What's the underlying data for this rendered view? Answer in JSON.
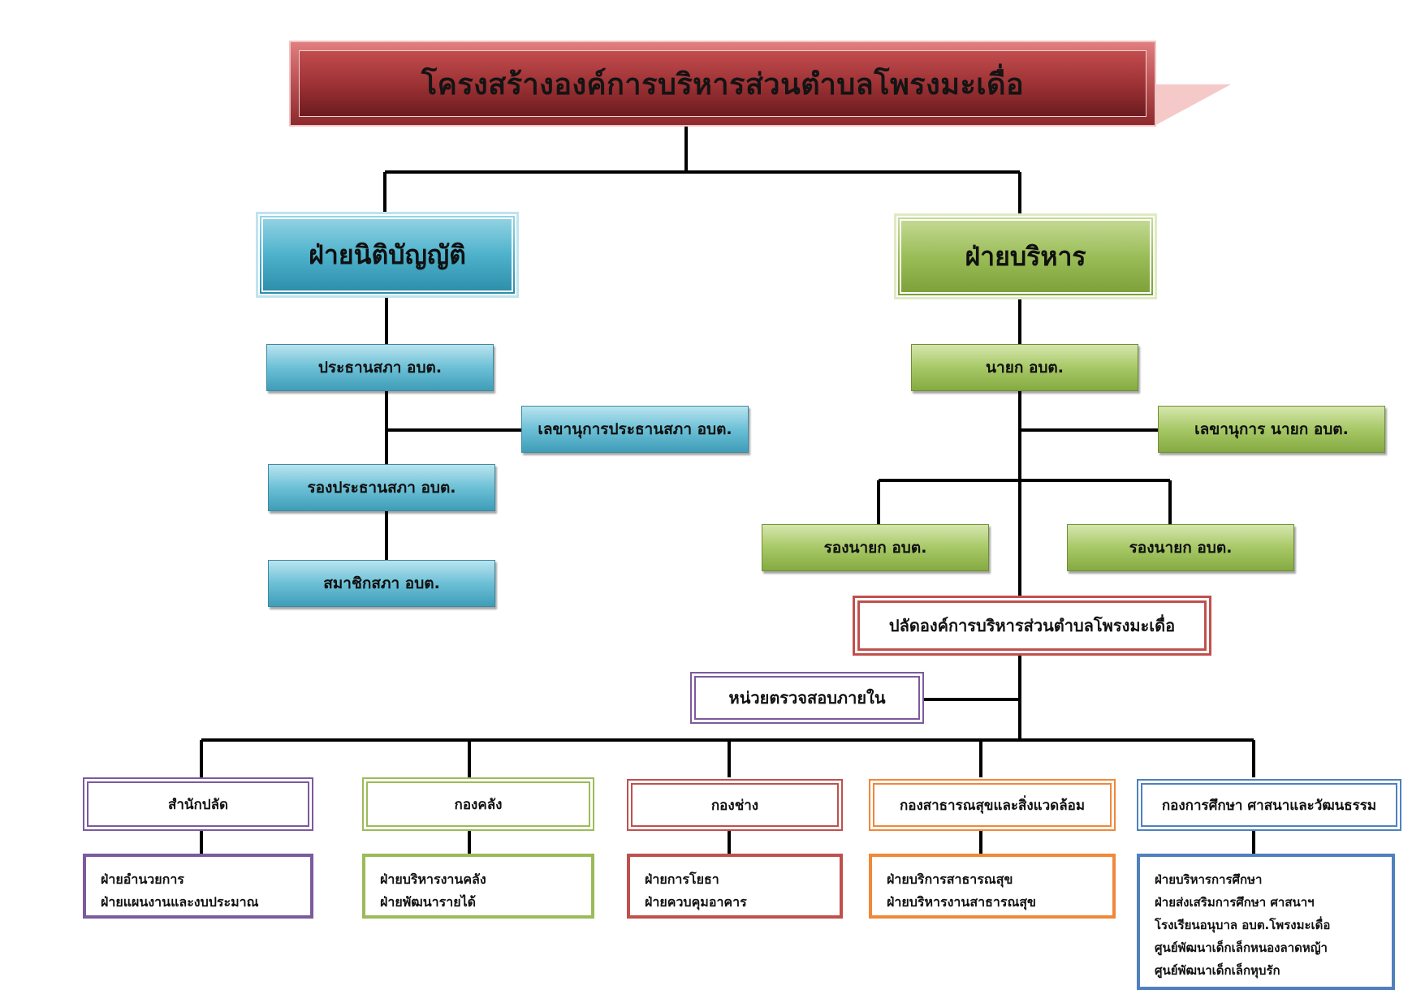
{
  "title": "โครงสร้างองค์การบริหารส่วนตำบลโพรงมะเดื่อ",
  "legislative": {
    "heading": "ฝ่ายนิติบัญญัติ",
    "chair": "ประธานสภา อบต.",
    "secretary": "เลขานุการประธานสภา อบต.",
    "vice_chair": "รองประธานสภา อบต.",
    "members": "สมาชิกสภา อบต."
  },
  "executive": {
    "heading": "ฝ่ายบริหาร",
    "mayor": "นายก อบต.",
    "secretary": "เลขานุการ นายก อบต.",
    "deputy_left": "รองนายก อบต.",
    "deputy_right": "รองนายก อบต.",
    "permanent_secretary": "ปลัดองค์การบริหารส่วนตำบลโพรงมะเดื่อ",
    "internal_audit": "หน่วยตรวจสอบภายใน"
  },
  "divisions": [
    {
      "name": "สำนักปลัด",
      "color": "#7b5a9e",
      "units": [
        "ฝ่ายอำนวยการ",
        "ฝ่ายแผนงานและงบประมาณ"
      ]
    },
    {
      "name": "กองคลัง",
      "color": "#9bbb59",
      "units": [
        "ฝ่ายบริหารงานคลัง",
        "ฝ่ายพัฒนารายได้"
      ]
    },
    {
      "name": "กองช่าง",
      "color": "#c0504d",
      "units": [
        "ฝ่ายการโยธา",
        "ฝ่ายควบคุมอาคาร"
      ]
    },
    {
      "name": "กองสาธารณสุขและสิ่งแวดล้อม",
      "color": "#f0883a",
      "units": [
        "ฝ่ายบริการสาธารณสุข",
        "ฝ่ายบริหารงานสาธารณสุข"
      ]
    },
    {
      "name": "กองการศึกษา ศาสนาและวัฒนธรรม",
      "color": "#4f81bd",
      "units": [
        "ฝ่ายบริหารการศึกษา",
        "ฝ่ายส่งเสริมการศึกษา ศาสนาฯ",
        "โรงเรียนอนุบาล อบต.โพรงมะเดื่อ",
        "ศูนย์พัฒนาเด็กเล็กหนองลาดหญ้า",
        "ศูนย์พัฒนาเด็กเล็กหุบรัก"
      ]
    }
  ],
  "colors": {
    "connector": "#000000",
    "permanent_secretary_border": "#c0504d",
    "internal_audit_border": "#7b5a9e"
  }
}
